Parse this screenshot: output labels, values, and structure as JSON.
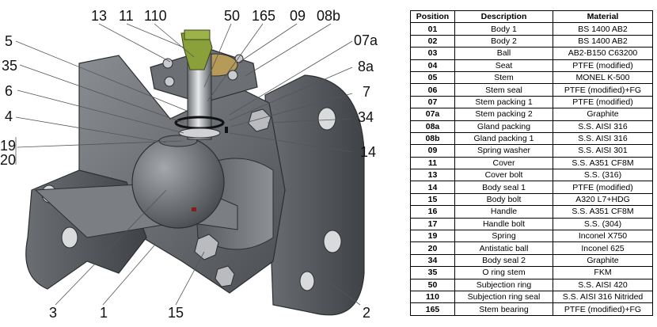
{
  "diagram": {
    "callouts_top": [
      "13",
      "11",
      "110",
      "50",
      "165",
      "09",
      "08b"
    ],
    "callouts_left": [
      "5",
      "35",
      "6",
      "4",
      "19",
      "20"
    ],
    "callouts_right": [
      "07a",
      "8a",
      "7",
      "34",
      "14"
    ],
    "callouts_bottom": [
      "3",
      "1",
      "15",
      "2"
    ]
  },
  "table": {
    "headers": {
      "position": "Position",
      "description": "Description",
      "material": "Material"
    },
    "rows": [
      {
        "position": "01",
        "description": "Body 1",
        "material": "BS 1400 AB2"
      },
      {
        "position": "02",
        "description": "Body 2",
        "material": "BS 1400 AB2"
      },
      {
        "position": "03",
        "description": "Ball",
        "material": "AB2-B150 C63200"
      },
      {
        "position": "04",
        "description": "Seat",
        "material": "PTFE (modified)"
      },
      {
        "position": "05",
        "description": "Stem",
        "material": "MONEL K-500"
      },
      {
        "position": "06",
        "description": "Stem seal",
        "material": "PTFE (modified)+FG"
      },
      {
        "position": "07",
        "description": "Stem packing 1",
        "material": "PTFE (modified)"
      },
      {
        "position": "07a",
        "description": "Stem packing 2",
        "material": "Graphite"
      },
      {
        "position": "08a",
        "description": "Gland packing",
        "material": "S.S. AISI 316"
      },
      {
        "position": "08b",
        "description": "Gland packing 1",
        "material": "S.S. AISI 316"
      },
      {
        "position": "09",
        "description": "Spring washer",
        "material": "S.S. AISI 301"
      },
      {
        "position": "11",
        "description": "Cover",
        "material": "S.S. A351 CF8M"
      },
      {
        "position": "13",
        "description": "Cover bolt",
        "material": "S.S. (316)"
      },
      {
        "position": "14",
        "description": "Body seal 1",
        "material": "PTFE (modified)"
      },
      {
        "position": "15",
        "description": "Body bolt",
        "material": "A320 L7+HDG"
      },
      {
        "position": "16",
        "description": "Handle",
        "material": "S.S. A351 CF8M"
      },
      {
        "position": "17",
        "description": "Handle bolt",
        "material": "S.S. (304)"
      },
      {
        "position": "19",
        "description": "Spring",
        "material": "Inconel X750"
      },
      {
        "position": "20",
        "description": "Antistatic ball",
        "material": "Inconel 625"
      },
      {
        "position": "34",
        "description": "Body seal 2",
        "material": "Graphite"
      },
      {
        "position": "35",
        "description": "O ring stem",
        "material": "FKM"
      },
      {
        "position": "50",
        "description": "Subjection ring",
        "material": "S.S. AISI 420"
      },
      {
        "position": "110",
        "description": "Subjection ring seal",
        "material": "S.S. AISI 316 Nitrided"
      },
      {
        "position": "165",
        "description": "Stem bearing",
        "material": "PTFE (modified)+FG"
      }
    ]
  }
}
